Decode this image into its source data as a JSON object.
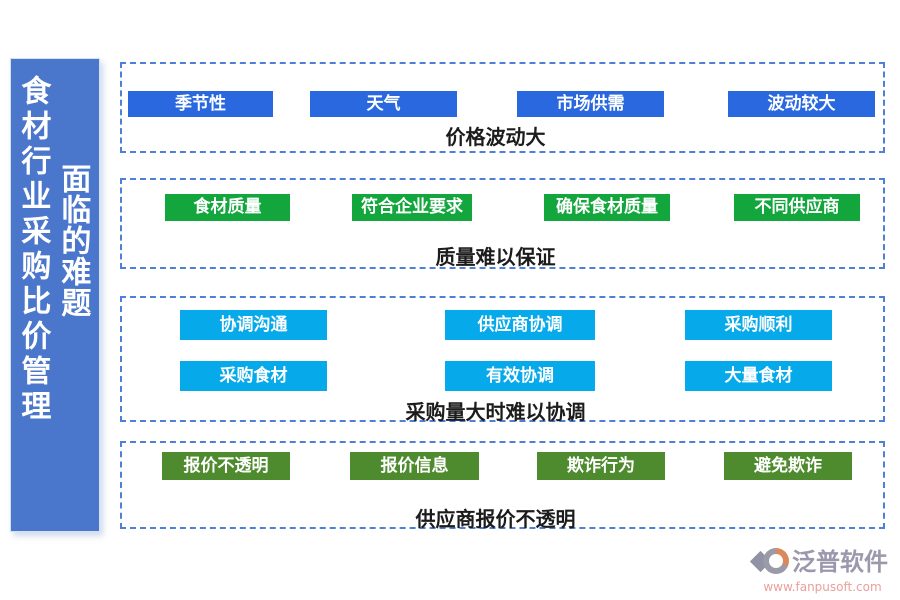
{
  "sidebar": {
    "title_main": "食材行业采购比价管理",
    "title_sub": "面临的难题"
  },
  "sections": [
    {
      "label": "价格波动大",
      "buttons": [
        "季节性",
        "天气",
        "市场供需",
        "波动较大"
      ]
    },
    {
      "label": "质量难以保证",
      "buttons": [
        "食材质量",
        "符合企业要求",
        "确保食材质量",
        "不同供应商"
      ]
    },
    {
      "label": "采购量大时难以协调",
      "buttons_row1": [
        "协调沟通",
        "供应商协调",
        "采购顺利"
      ],
      "buttons_row2": [
        "采购食材",
        "有效协调",
        "大量食材"
      ]
    },
    {
      "label": "供应商报价不透明",
      "buttons": [
        "报价不透明",
        "报价信息",
        "欺诈行为",
        "避免欺诈"
      ]
    }
  ],
  "footer": {
    "brand": "泛普软件",
    "url": "www.fanpusoft.com"
  },
  "colors": {
    "sidebar_bg": "#4A76CB",
    "dashed_border": "#4F7FD9",
    "tag_blue": "#2968DE",
    "tag_green": "#12A63C",
    "tag_cyan": "#06A9EA",
    "tag_olive": "#4E8A2E",
    "brand_text": "#9A98AC",
    "brand_url": "#E9A09B"
  }
}
